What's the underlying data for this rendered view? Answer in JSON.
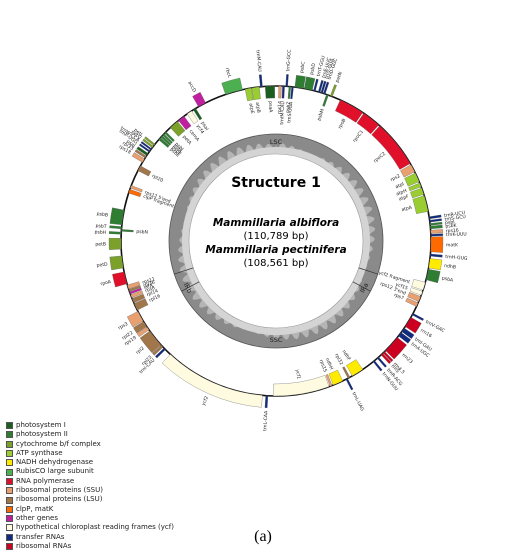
{
  "center": {
    "title": "Structure 1",
    "species1": "Mammillaria albiflora",
    "size1": "(110,789 bp)",
    "species2": "Mammillaria pectinifera",
    "size2": "(108,561 bp)"
  },
  "regions": {
    "lsc": "LSC",
    "ssc": "SSC",
    "ira": "IRa",
    "irb": "IRb"
  },
  "colors": {
    "photosystem_i": "#1b5e20",
    "photosystem_ii": "#2e7d32",
    "cytochrome": "#7ca12a",
    "atp": "#9acd32",
    "nadh": "#ffeb00",
    "rubisco": "#4caf50",
    "rnapol": "#e0102a",
    "rps": "#e8a070",
    "rpl": "#a0764a",
    "clp": "#ff6a00",
    "other": "#c020a0",
    "ycf": "#fffbe0",
    "trna": "#102a80",
    "rrna": "#cc0020"
  },
  "legend": [
    {
      "label": "photosystem I",
      "color": "#1b5e20"
    },
    {
      "label": "photosystem II",
      "color": "#2e7d32"
    },
    {
      "label": "cytochrome b/f complex",
      "color": "#7ca12a"
    },
    {
      "label": "ATP synthase",
      "color": "#9acd32"
    },
    {
      "label": "NADH dehydrogenase",
      "color": "#ffeb00"
    },
    {
      "label": "RubisCO large subunit",
      "color": "#4caf50"
    },
    {
      "label": "RNA polymerase",
      "color": "#e0102a"
    },
    {
      "label": "ribosomal proteins (SSU)",
      "color": "#e8a070"
    },
    {
      "label": "ribosomal proteins (LSU)",
      "color": "#a0764a"
    },
    {
      "label": "clpP, matK",
      "color": "#ff6a00"
    },
    {
      "label": "other genes",
      "color": "#c020a0"
    },
    {
      "label": "hypothetical chloroplast reading frames (ycf)",
      "color": "#fffbe0"
    },
    {
      "label": "transfer RNAs",
      "color": "#102a80"
    },
    {
      "label": "ribosomal RNAs",
      "color": "#cc0020"
    }
  ],
  "genes": [
    {
      "name": "trnM-CAU",
      "type": "trna",
      "start": 354.2,
      "end": 355.0,
      "side": "out"
    },
    {
      "name": "atpB",
      "type": "atp",
      "start": 351.0,
      "end": 353.8,
      "side": "in"
    },
    {
      "name": "atpE",
      "type": "atp",
      "start": 348.5,
      "end": 350.8,
      "side": "in"
    },
    {
      "name": "rbcL",
      "type": "rubisco",
      "start": 341.0,
      "end": 347.5,
      "side": "out"
    },
    {
      "name": "accD",
      "type": "other",
      "start": 330.0,
      "end": 333.0,
      "side": "out"
    },
    {
      "name": "psaI",
      "type": "photosystem_i",
      "start": 327.8,
      "end": 328.8,
      "side": "in"
    },
    {
      "name": "ycf4",
      "type": "ycf",
      "start": 325.0,
      "end": 327.0,
      "side": "in"
    },
    {
      "name": "cemA",
      "type": "other",
      "start": 321.0,
      "end": 323.6,
      "side": "in"
    },
    {
      "name": "petA",
      "type": "cytochrome",
      "start": 317.0,
      "end": 320.5,
      "side": "in"
    },
    {
      "name": "psbJ",
      "type": "photosystem_ii",
      "start": 314.0,
      "end": 314.8,
      "side": "in"
    },
    {
      "name": "psbL",
      "type": "photosystem_ii",
      "start": 313.0,
      "end": 313.7,
      "side": "in"
    },
    {
      "name": "psbF",
      "type": "photosystem_ii",
      "start": 312.0,
      "end": 312.8,
      "side": "in"
    },
    {
      "name": "psbE",
      "type": "photosystem_ii",
      "start": 310.8,
      "end": 311.8,
      "side": "in"
    },
    {
      "name": "petL",
      "type": "cytochrome",
      "start": 308.0,
      "end": 308.7,
      "side": "out"
    },
    {
      "name": "petG",
      "type": "cytochrome",
      "start": 307.0,
      "end": 307.7,
      "side": "out"
    },
    {
      "name": "trnW-CCA",
      "type": "trna",
      "start": 306.0,
      "end": 306.6,
      "side": "out"
    },
    {
      "name": "trnP-UGG",
      "type": "trna",
      "start": 305.0,
      "end": 305.6,
      "side": "out"
    },
    {
      "name": "psaJ",
      "type": "photosystem_i",
      "start": 303.5,
      "end": 304.4,
      "side": "out"
    },
    {
      "name": "rpl33",
      "type": "rpl",
      "start": 302.4,
      "end": 303.2,
      "side": "out"
    },
    {
      "name": "rps18",
      "type": "rps",
      "start": 300.5,
      "end": 302.0,
      "side": "out"
    },
    {
      "name": "rpl20",
      "type": "rpl",
      "start": 297.0,
      "end": 299.0,
      "side": "in"
    },
    {
      "name": "rps12 5'end",
      "type": "rps",
      "start": 290.0,
      "end": 291.0,
      "side": "in"
    },
    {
      "name": "clpP fragment",
      "type": "clp",
      "start": 288.0,
      "end": 289.5,
      "side": "in"
    },
    {
      "name": "psbB",
      "type": "photosystem_ii",
      "start": 276.0,
      "end": 281.5,
      "side": "out"
    },
    {
      "name": "psbT",
      "type": "photosystem_ii",
      "start": 274.5,
      "end": 275.3,
      "side": "out"
    },
    {
      "name": "psbN",
      "type": "photosystem_ii",
      "start": 273.6,
      "end": 274.3,
      "side": "in"
    },
    {
      "name": "psbH",
      "type": "photosystem_ii",
      "start": 272.5,
      "end": 273.3,
      "side": "out"
    },
    {
      "name": "petB",
      "type": "cytochrome",
      "start": 267.0,
      "end": 271.0,
      "side": "out"
    },
    {
      "name": "petD",
      "type": "cytochrome",
      "start": 260.0,
      "end": 264.5,
      "side": "out"
    },
    {
      "name": "rpoA",
      "type": "rnapol",
      "start": 254.0,
      "end": 258.5,
      "side": "out"
    },
    {
      "name": "rps11",
      "type": "rps",
      "start": 252.0,
      "end": 253.5,
      "side": "in"
    },
    {
      "name": "rpl36",
      "type": "rpl",
      "start": 251.0,
      "end": 251.8,
      "side": "in"
    },
    {
      "name": "infA",
      "type": "other",
      "start": 250.0,
      "end": 250.8,
      "side": "in"
    },
    {
      "name": "rps8",
      "type": "rps",
      "start": 248.5,
      "end": 249.7,
      "side": "in"
    },
    {
      "name": "rpl14",
      "type": "rpl",
      "start": 246.5,
      "end": 248.2,
      "side": "in"
    },
    {
      "name": "rpl16",
      "type": "rpl",
      "start": 243.5,
      "end": 246.2,
      "side": "in"
    },
    {
      "name": "rps3",
      "type": "rps",
      "start": 239.0,
      "end": 243.0,
      "side": "out"
    },
    {
      "name": "rpl22",
      "type": "rpl",
      "start": 236.5,
      "end": 238.7,
      "side": "out"
    },
    {
      "name": "rps19",
      "type": "rps",
      "start": 235.0,
      "end": 236.3,
      "side": "out"
    },
    {
      "name": "rpl2",
      "type": "rpl",
      "start": 228.0,
      "end": 234.5,
      "side": "out"
    },
    {
      "name": "rpl23",
      "type": "rpl",
      "start": 226.8,
      "end": 227.8,
      "side": "out"
    },
    {
      "name": "trnI-CAU",
      "type": "trna",
      "start": 225.5,
      "end": 226.3,
      "side": "out"
    },
    {
      "name": "ycf2",
      "type": "ycf",
      "start": 185.0,
      "end": 223.0,
      "side": "out"
    },
    {
      "name": "trnL-CAA",
      "type": "trna",
      "start": 183.0,
      "end": 183.8,
      "side": "out"
    },
    {
      "name": "ycf1",
      "type": "ycf",
      "start": 160.0,
      "end": 181.0,
      "side": "in"
    },
    {
      "name": "rps15",
      "type": "rps",
      "start": 158.8,
      "end": 159.6,
      "side": "in"
    },
    {
      "name": "ndhH",
      "type": "nadh",
      "start": 154.5,
      "end": 158.3,
      "side": "in"
    },
    {
      "name": "trnL-UAG",
      "type": "trna",
      "start": 152.5,
      "end": 153.2,
      "side": "out"
    },
    {
      "name": "rpl32",
      "type": "rpl",
      "start": 151.5,
      "end": 152.3,
      "side": "in"
    },
    {
      "name": "ndhF",
      "type": "nadh",
      "start": 146.0,
      "end": 150.5,
      "side": "in"
    },
    {
      "name": "trnN-GUU",
      "type": "trna",
      "start": 140.5,
      "end": 141.2,
      "side": "out"
    },
    {
      "name": "trnR-ACG",
      "type": "trna",
      "start": 138.5,
      "end": 139.2,
      "side": "out"
    },
    {
      "name": "rrn5",
      "type": "rrna",
      "start": 136.5,
      "end": 137.3,
      "side": "out"
    },
    {
      "name": "rrn4.5",
      "type": "rrna",
      "start": 135.5,
      "end": 136.3,
      "side": "out"
    },
    {
      "name": "rrn23",
      "type": "rrna",
      "start": 128.5,
      "end": 135.0,
      "side": "out"
    },
    {
      "name": "trnA-UGC",
      "type": "trna",
      "start": 126.2,
      "end": 127.8,
      "side": "out"
    },
    {
      "name": "trnI-GAU",
      "type": "trna",
      "start": 124.2,
      "end": 125.8,
      "side": "out"
    },
    {
      "name": "rrn16",
      "type": "rrna",
      "start": 119.5,
      "end": 123.5,
      "side": "out"
    },
    {
      "name": "trnV-GAC",
      "type": "trna",
      "start": 117.8,
      "end": 118.5,
      "side": "out"
    },
    {
      "name": "rps7",
      "type": "rps",
      "start": 113.5,
      "end": 115.0,
      "side": "in"
    },
    {
      "name": "rps12 3'end",
      "type": "rps",
      "start": 111.0,
      "end": 113.0,
      "side": "in"
    },
    {
      "name": "ycf15",
      "type": "ycf",
      "start": 109.0,
      "end": 110.5,
      "side": "in"
    },
    {
      "name": "ycf2 fragment",
      "type": "ycf",
      "start": 105.5,
      "end": 108.5,
      "side": "in"
    },
    {
      "name": "psbA",
      "type": "photosystem_ii",
      "start": 100.5,
      "end": 104.5,
      "side": "out"
    },
    {
      "name": "ndhB",
      "type": "nadh",
      "start": 96.5,
      "end": 100.0,
      "side": "out"
    },
    {
      "name": "trnH-GUG",
      "type": "trna",
      "start": 94.8,
      "end": 95.6,
      "side": "out"
    },
    {
      "name": "matK",
      "type": "clp",
      "start": 88.5,
      "end": 94.0,
      "side": "out"
    },
    {
      "name": "trnK-UUU",
      "type": "trna",
      "start": 87.5,
      "end": 88.2,
      "side": "out"
    },
    {
      "name": "rps16",
      "type": "rps",
      "start": 86.0,
      "end": 87.2,
      "side": "out"
    },
    {
      "name": "psbK",
      "type": "photosystem_ii",
      "start": 84.5,
      "end": 85.5,
      "side": "out"
    },
    {
      "name": "psbI",
      "type": "photosystem_ii",
      "start": 83.5,
      "end": 84.2,
      "side": "out"
    },
    {
      "name": "trnS-GCU",
      "type": "trna",
      "start": 82.3,
      "end": 83.0,
      "side": "out"
    },
    {
      "name": "trnR-UCU",
      "type": "trna",
      "start": 81.0,
      "end": 81.8,
      "side": "out"
    },
    {
      "name": "atpA",
      "type": "atp",
      "start": 73.0,
      "end": 79.0,
      "side": "in"
    },
    {
      "name": "atpF",
      "type": "atp",
      "start": 70.0,
      "end": 72.5,
      "side": "in"
    },
    {
      "name": "atpH",
      "type": "atp",
      "start": 68.0,
      "end": 69.5,
      "side": "in"
    },
    {
      "name": "atpI",
      "type": "atp",
      "start": 64.0,
      "end": 67.5,
      "side": "in"
    },
    {
      "name": "rps2",
      "type": "rps",
      "start": 60.5,
      "end": 63.5,
      "side": "in"
    },
    {
      "name": "rpoC2",
      "type": "rnapol",
      "start": 42.0,
      "end": 60.0,
      "side": "in"
    },
    {
      "name": "rpoC1",
      "type": "rnapol",
      "start": 34.5,
      "end": 41.5,
      "side": "in"
    },
    {
      "name": "rpoB",
      "type": "rnapol",
      "start": 24.5,
      "end": 34.0,
      "side": "in"
    },
    {
      "name": "petN",
      "type": "cytochrome",
      "start": 20.5,
      "end": 21.3,
      "side": "out"
    },
    {
      "name": "psbM",
      "type": "photosystem_ii",
      "start": 19.0,
      "end": 19.8,
      "side": "in"
    },
    {
      "name": "trnD-GUC",
      "type": "trna",
      "start": 17.8,
      "end": 18.5,
      "side": "out"
    },
    {
      "name": "trnY-GUA",
      "type": "trna",
      "start": 16.8,
      "end": 17.5,
      "side": "out"
    },
    {
      "name": "trnE-UUC",
      "type": "trna",
      "start": 15.8,
      "end": 16.5,
      "side": "out"
    },
    {
      "name": "trnT-GGU",
      "type": "trna",
      "start": 14.0,
      "end": 14.7,
      "side": "out"
    },
    {
      "name": "psbD",
      "type": "photosystem_ii",
      "start": 10.5,
      "end": 13.5,
      "side": "out"
    },
    {
      "name": "psbC",
      "type": "photosystem_ii",
      "start": 7.0,
      "end": 10.2,
      "side": "out"
    },
    {
      "name": "trnS-UGA",
      "type": "trna",
      "start": 5.8,
      "end": 6.5,
      "side": "in"
    },
    {
      "name": "psbZ",
      "type": "photosystem_ii",
      "start": 4.8,
      "end": 5.5,
      "side": "in"
    },
    {
      "name": "trnG-GCC",
      "type": "trna",
      "start": 3.6,
      "end": 4.3,
      "side": "out"
    },
    {
      "name": "trnfM-CAU",
      "type": "trna",
      "start": 2.4,
      "end": 3.2,
      "side": "in"
    },
    {
      "name": "rps14",
      "type": "rps",
      "start": 1.0,
      "end": 2.0,
      "side": "in"
    },
    {
      "name": "psaA",
      "type": "photosystem_i",
      "start": 356.0,
      "end": 359.5,
      "side": "in"
    }
  ],
  "caption": "(a)"
}
